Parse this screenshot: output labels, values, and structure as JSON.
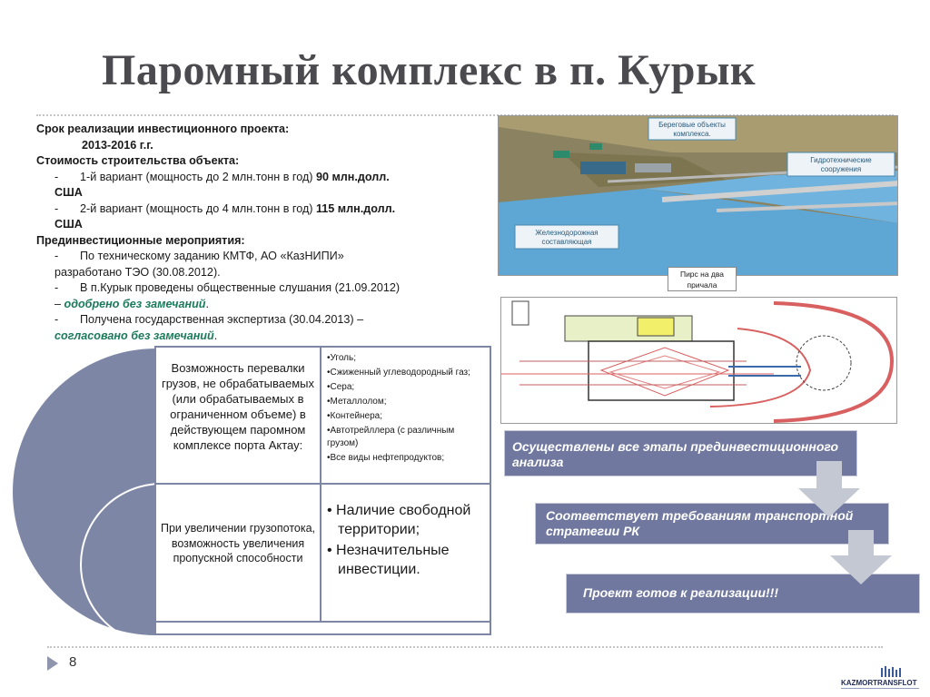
{
  "title": "Паромный комплекс в п. Курык",
  "info": {
    "period_label": "Срок реализации инвестиционного проекта:",
    "period_value": "2013-2016 г.г.",
    "cost_label": "Стоимость строительства объекта:",
    "v1_dash": "-",
    "v1_text": "1-й вариант (мощность до 2 млн.тонн в год) ",
    "v1_amount": "90 млн.долл.",
    "v1_cont": "США",
    "v2_dash": "-",
    "v2_text": "2-й вариант (мощность до 4 млн.тонн в год) ",
    "v2_amount": "115 млн.долл.",
    "v2_cont": "США",
    "pre_label": "Прединвестиционные мероприятия:",
    "p1_dash": "-",
    "p1_text": "По техническому заданию КМТФ, АО «КазНИПИ»",
    "p1_cont": "разработано ТЭО (30.08.2012).",
    "p2_dash": "-",
    "p2_text": "В п.Курык проведены общественные слушания (21.09.2012)",
    "p2_cont_pre": "– ",
    "p2_cont_green": "одобрено без замечаний",
    "p2_cont_post": ".",
    "p3_dash": "-",
    "p3_text": "Получена государственная экспертиза (30.04.2013) –",
    "p3_cont_green": "согласовано без замечаний",
    "p3_cont_post": "."
  },
  "diagram": {
    "cell1": "Возможность перевалки грузов, не обрабатываемых (или обрабатываемых в ограниченном объеме) в действующем паромном комплексе порта Актау:",
    "cell2": "При увеличении грузопотока, возможность увеличения пропускной способности",
    "list1": [
      "•Уголь;",
      "•Сжиженный углеводородный газ;",
      "•Сера;",
      "•Металлолом;",
      "•Контейнера;",
      "•Автотрейллера (с различным грузом)",
      "•Все виды нефтепродуктов;"
    ],
    "list2": [
      "• Наличие свободной территории;",
      "• Незначительные инвестиции."
    ]
  },
  "render3d": {
    "label_shore": "Береговые объекты комплекса.",
    "label_hydro": "Гидротехнические сооружения",
    "label_rail": "Железнодорожная составляющая"
  },
  "pier_label": "Пирс на два причала",
  "steps": {
    "s1": "Осуществлены все этапы прединвестиционного анализа",
    "s2": "Соответствует требованиям транспортной стратегии РК",
    "s3": "Проект готов к реализации!!!"
  },
  "footer": {
    "page": "8",
    "logo_text": "KAZMORTRANSFLOT"
  },
  "colors": {
    "accent": "#7078a0",
    "title": "#4a4a4f",
    "green": "#1a7a5a"
  }
}
